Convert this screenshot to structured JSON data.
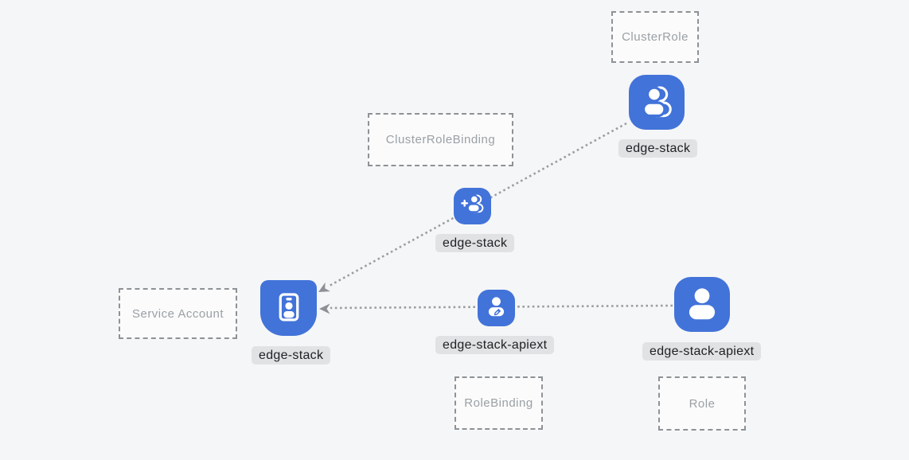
{
  "colors": {
    "background": "#f5f6f7",
    "icon_blue": "#4273d9",
    "label_bg": "#e1e2e4",
    "label_text": "#202124",
    "box_border": "#8e9296",
    "box_text": "#9aa0a5",
    "connector": "#9b9ea1",
    "arrowhead": "#8d9195"
  },
  "nodes": [
    {
      "kind": "ClusterRole",
      "name": "edge-stack",
      "icon": "users-icon"
    },
    {
      "kind": "ClusterRoleBinding",
      "name": "edge-stack",
      "icon": "user-plus-icon"
    },
    {
      "kind": "Service Account",
      "name": "edge-stack",
      "icon": "id-badge-icon"
    },
    {
      "kind": "RoleBinding",
      "name": "edge-stack-apiext",
      "icon": "user-edit-icon"
    },
    {
      "kind": "Role",
      "name": "edge-stack-apiext",
      "icon": "user-icon"
    }
  ],
  "edges": [
    {
      "from": "ClusterRole edge-stack",
      "via": "ClusterRoleBinding edge-stack",
      "to": "Service Account edge-stack",
      "style": "dotted-arrow"
    },
    {
      "from": "Role edge-stack-apiext",
      "via": "RoleBinding edge-stack-apiext",
      "to": "Service Account edge-stack",
      "style": "dotted-arrow"
    }
  ]
}
